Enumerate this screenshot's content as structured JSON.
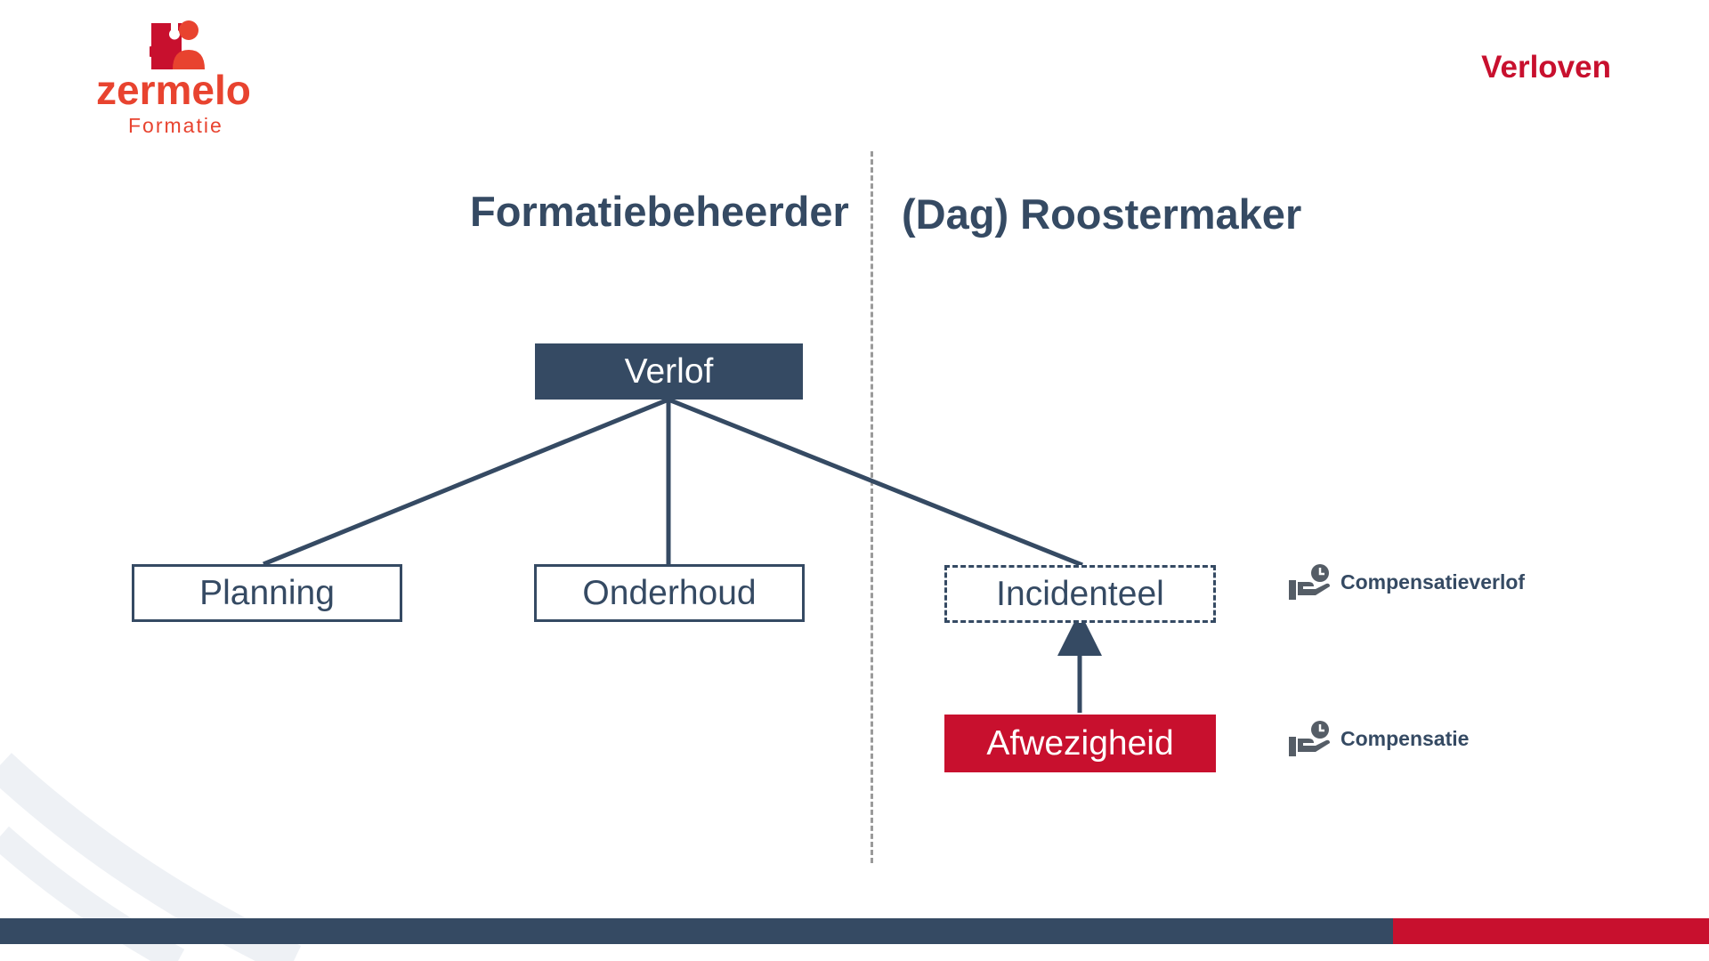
{
  "logo": {
    "wordmark": "zermelo",
    "subtitle": "Formatie"
  },
  "section_title": "Verloven",
  "columns": {
    "left_heading": "Formatiebeheerder",
    "right_heading": "(Dag) Roostermaker"
  },
  "nodes": {
    "root": "Verlof",
    "planning": "Planning",
    "onderhoud": "Onderhoud",
    "incidenteel": "Incidenteel",
    "afwezigheid": "Afwezigheid"
  },
  "side_items": {
    "compensatieverlof": {
      "label": "Compensatieverlof",
      "icon": "hand-clock-icon"
    },
    "compensatie": {
      "label": "Compensatie",
      "icon": "hand-clock-icon"
    }
  },
  "colors": {
    "navy": "#354a63",
    "red": "#c8102e",
    "logo_orange": "#e8432f",
    "divider_gray": "#9a9a9a"
  }
}
